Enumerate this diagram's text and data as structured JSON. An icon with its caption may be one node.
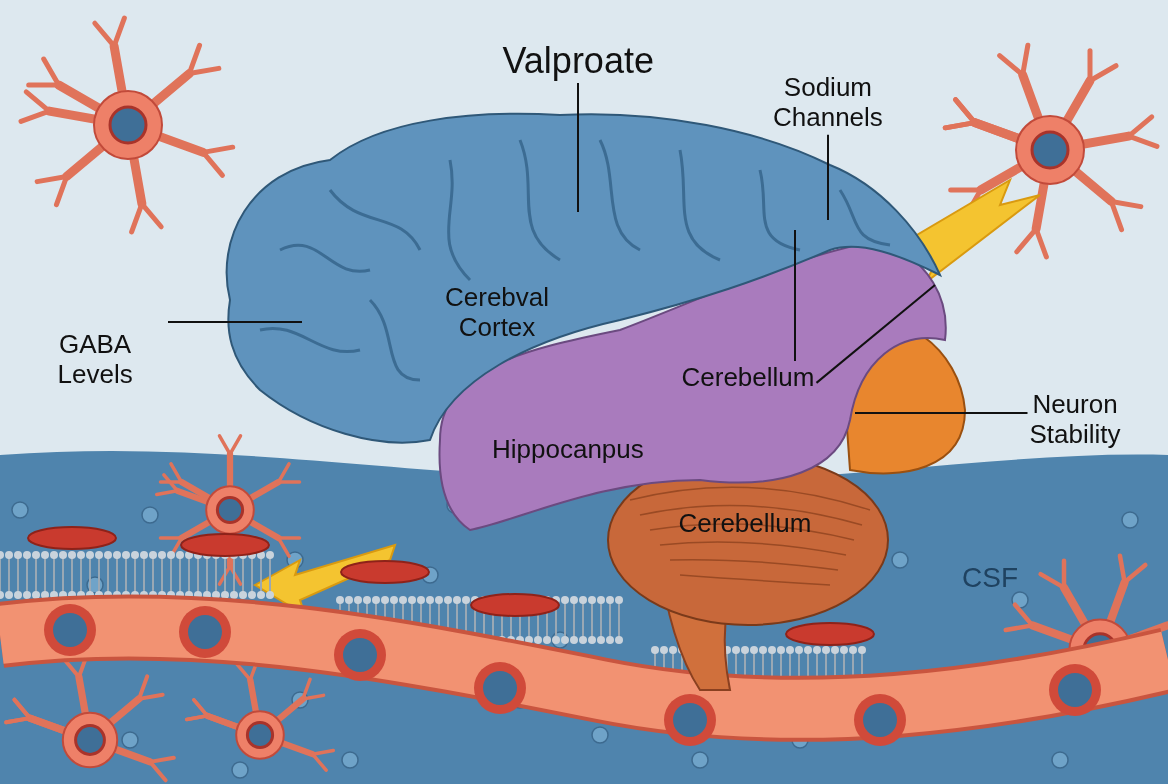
{
  "diagram": {
    "nodes": [
      {
        "text": [
          "Valproate"
        ]
      },
      {
        "text": [
          "Sodium Channels"
        ]
      },
      {
        "text": [
          "GABA Levels"
        ]
      },
      {
        "text": [
          "Cerebellum"
        ]
      },
      {
        "text": [
          "Neuron Stability"
        ]
      }
    ],
    "edges": [
      {
        "from": 0,
        "to": null,
        "arrow": "none"
      },
      {
        "from": 1,
        "to": null,
        "arrow": "none"
      },
      {
        "from": 2,
        "to": null,
        "arrow": "none"
      },
      {
        "from": 3,
        "to": null,
        "arrow": "none"
      },
      {
        "from": 3,
        "to": null,
        "arrow": "none"
      },
      {
        "from": 4,
        "to": null,
        "arrow": "none"
      }
    ],
    "labels": [
      "Cerebval Cortex",
      "Hippocanpus",
      "Cerebellum",
      "CSF"
    ]
  }
}
